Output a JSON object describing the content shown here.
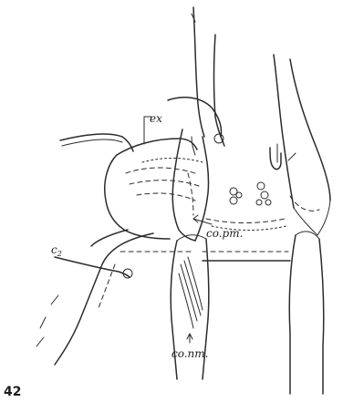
{
  "figure": {
    "number": "42",
    "labels": {
      "ex": "ex",
      "co_pm": "co.pm.",
      "c2_main": "c",
      "c2_sub": "2",
      "co_nm": "co.nm."
    }
  }
}
